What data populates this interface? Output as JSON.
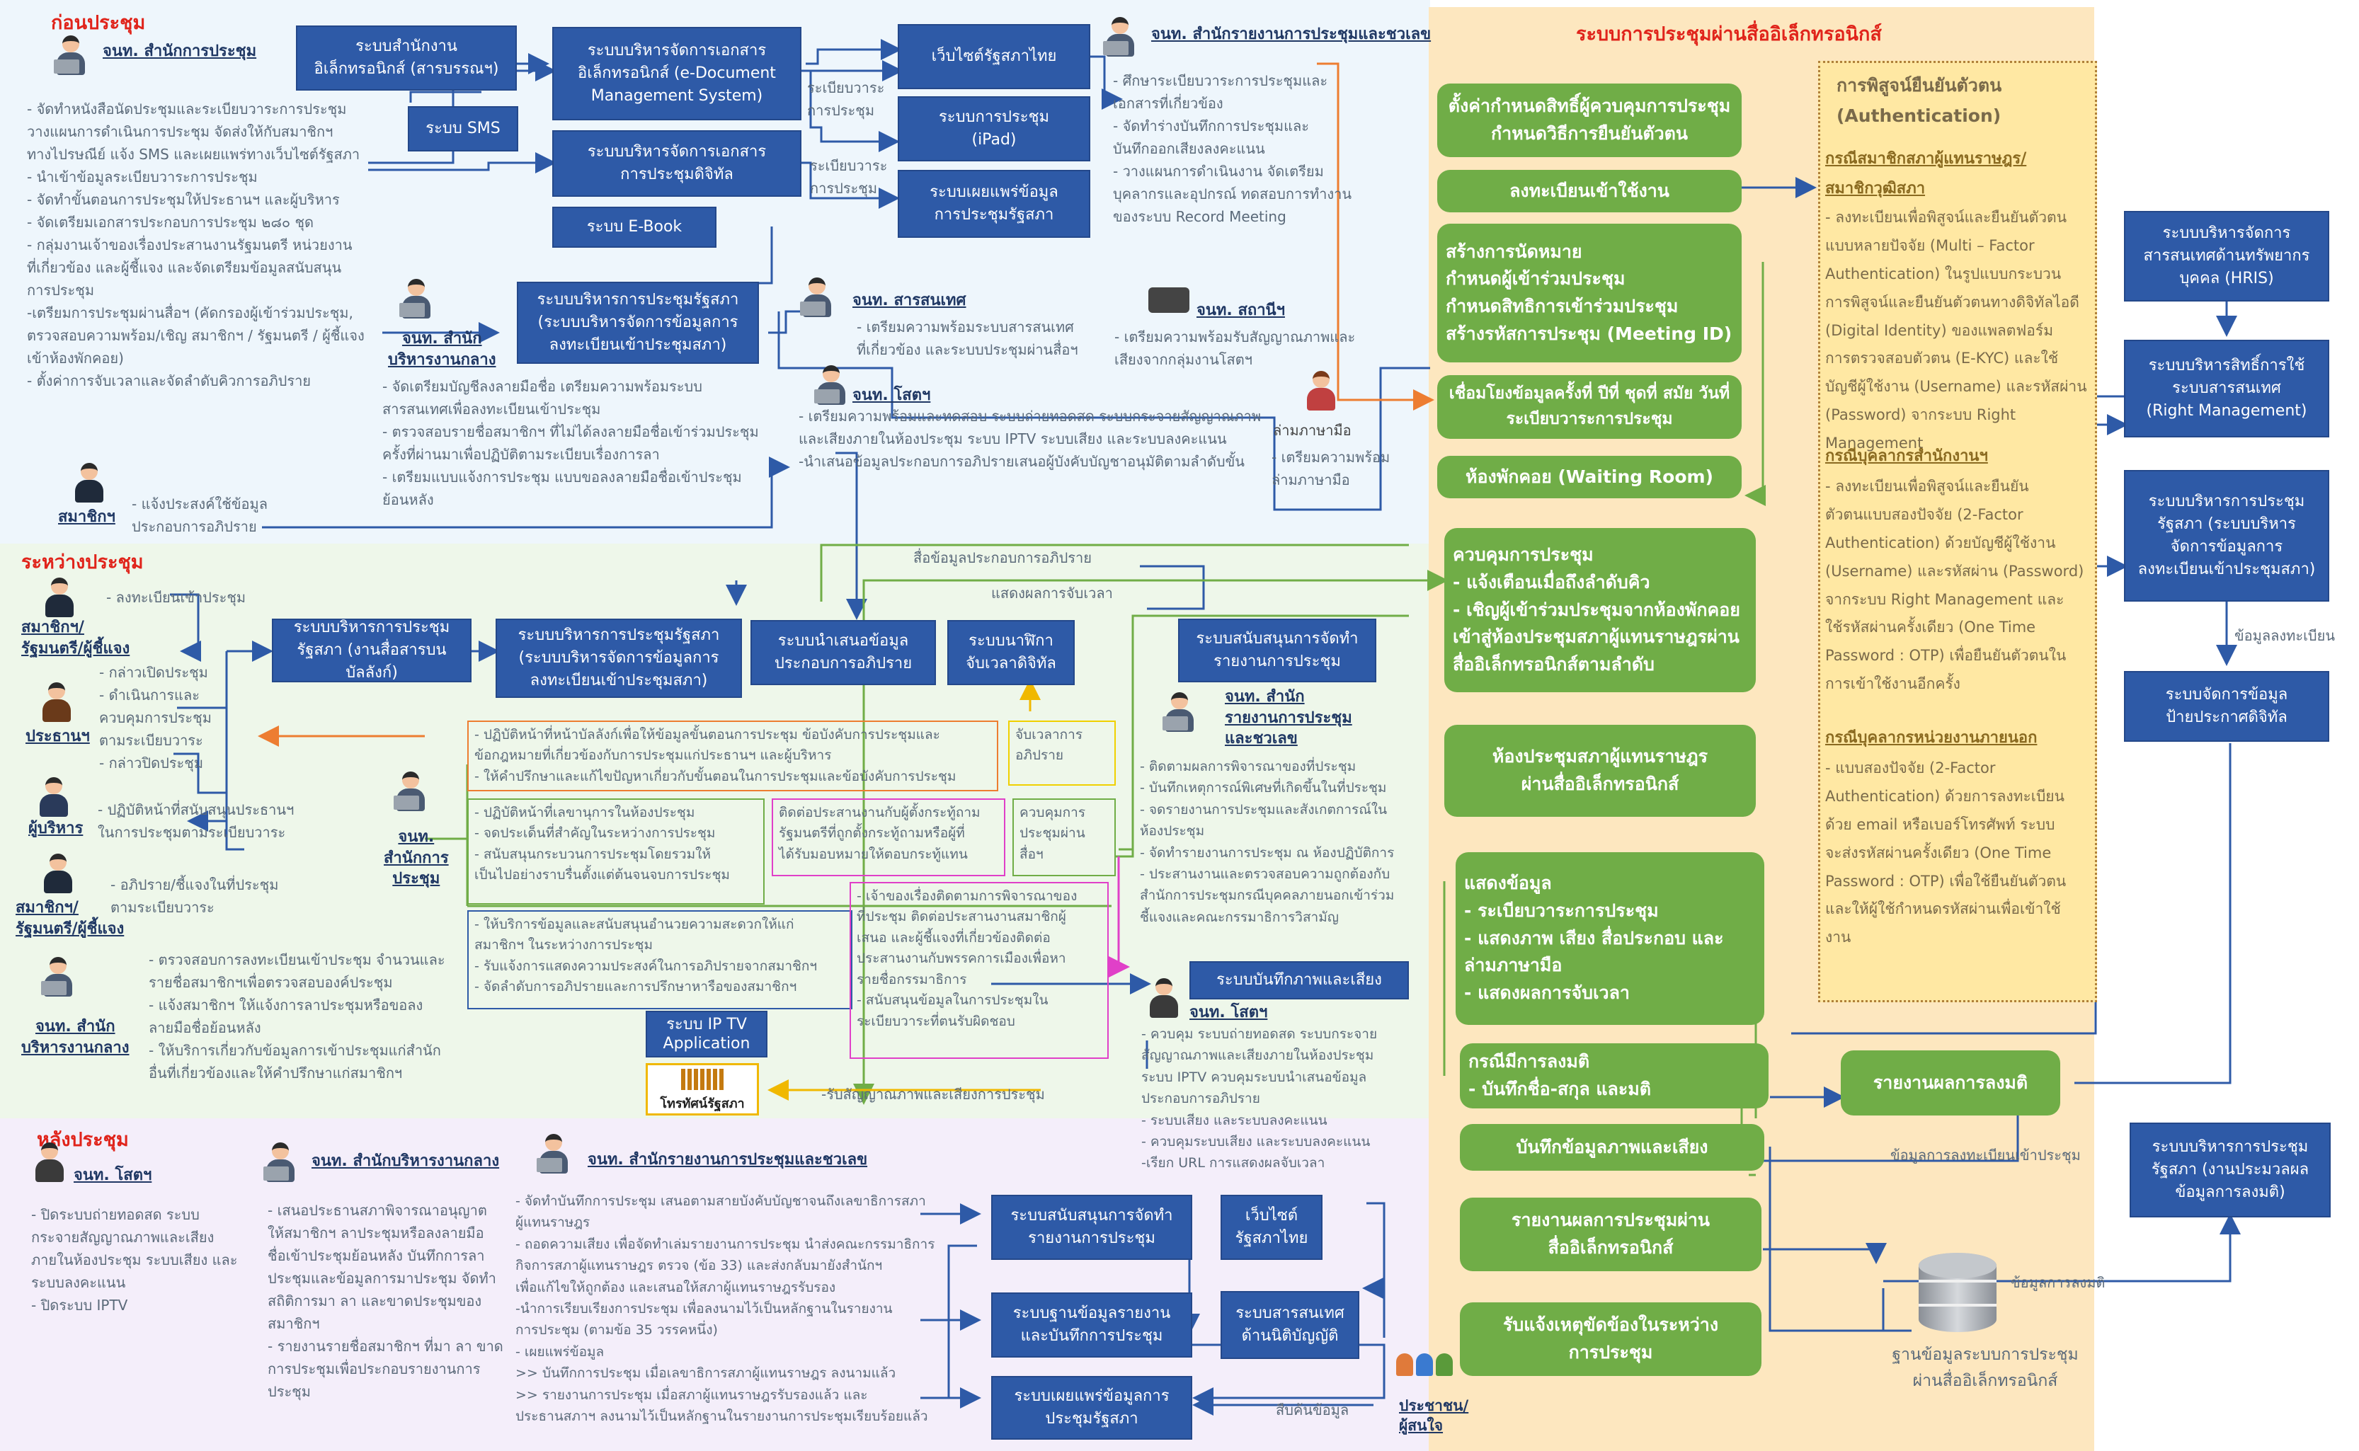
{
  "zones": {
    "before": "ก่อนประชุม",
    "during": "ระหว่างประชุม",
    "after": "หลังประชุม",
    "system": "ระบบการประชุมผ่านสื่ออิเล็กทรอนิกส์"
  },
  "before": {
    "role_secretariat": "จนท. สำนักการประชุม",
    "secretariat_tasks": "- จัดทำหนังสือนัดประชุมและระเบียบวาระการประชุม\n  วางแผนการดำเนินการประชุม จัดส่งให้กับสมาชิกฯ\n  ทางไปรษณีย์ แจ้ง SMS และเผยแพร่ทางเว็บไซต์รัฐสภา\n- นำเข้าข้อมูลระเบียบวาระการประชุม\n- จัดทำขั้นตอนการประชุมให้ประธานฯ และผู้บริหาร\n- จัดเตรียมเอกสารประกอบการประชุม ๒๘๐ ชุด\n- กลุ่มงานเจ้าของเรื่องประสานงานรัฐมนตรี หน่วยงาน\n  ที่เกี่ยวข้อง และผู้ชี้แจง และจัดเตรียมข้อมูลสนับสนุน\n  การประชุม\n-เตรียมการประชุมผ่านสื่อฯ (คัดกรองผู้เข้าร่วมประชุม,\n  ตรวจสอบความพร้อม/เชิญ สมาชิกฯ / รัฐมนตรี / ผู้ชี้แจง\n  เข้าห้องพักคอย)\n- ตั้งค่าการจับเวลาและจัดลำดับคิวการอภิปราย",
    "sys_saraban": "ระบบสำนักงาน\nอิเล็กทรอนิกส์ (สารบรรณฯ)",
    "sys_sms": "ระบบ SMS",
    "sys_edoc": "ระบบบริหารจัดการเอกสาร\nอิเล็กทรอนิกส์ (e-Document\nManagement System)",
    "sys_digital_doc": "ระบบบริหารจัดการเอกสาร\nการประชุมดิจิทัล",
    "sys_ebook": "ระบบ E-Book",
    "sys_website": "เว็บไซต์รัฐสภาไทย",
    "sys_ipad": "ระบบการประชุม\n(iPad)",
    "sys_publish": "ระบบเผยแพร่ข้อมูล\nการประชุมรัฐสภา",
    "edge_agenda1": "ระเบียบวาระ\nการประชุม",
    "edge_agenda2": "ระเบียบวาระ\nการประชุม",
    "role_report": "จนท. สำนักรายงานการประชุมและชวเลข",
    "report_tasks": "- ศึกษาระเบียบวาระการประชุมและ\n  เอกสารที่เกี่ยวข้อง\n- จัดทำร่างบันทึกการประชุมและ\n  บันทึกออกเสียงลงคะแนน\n- วางแผนการดำเนินงาน จัดเตรียม\n  บุคลากรและอุปกรณ์ ทดสอบการทำงาน\n  ของระบบ Record Meeting",
    "role_admin": "จนท. สำนัก\nบริหารงานกลาง",
    "admin_tasks": "- จัดเตรียมบัญชีลงลายมือชื่อ เตรียมความพร้อมระบบ\n  สารสนเทศเพื่อลงทะเบียนเข้าประชุม\n- ตรวจสอบรายชื่อสมาชิกฯ ที่ไม่ได้ลงลายมือชื่อเข้าร่วมประชุม\n  ครั้งที่ผ่านมาเพื่อปฏิบัติตามระเบียบเรื่องการลา\n- เตรียมแบบแจ้งการประชุม แบบขอลงลายมือชื่อเข้าประชุม\n  ย้อนหลัง",
    "sys_parliament_meeting": "ระบบบริหารการประชุมรัฐสภา\n(ระบบบริหารจัดการข้อมูลการ\nลงทะเบียนเข้าประชุมสภา)",
    "role_it": "จนท. สารสนเทศ",
    "it_tasks": "- เตรียมความพร้อมระบบสารสนเทศ\n  ที่เกี่ยวข้อง และระบบประชุมผ่านสื่อฯ",
    "role_station": "จนท. สถานีฯ",
    "station_tasks": "- เตรียมความพร้อมรับสัญญาณภาพและ\n  เสียงจากกลุ่มงานโสตฯ",
    "role_av": "จนท. โสตฯ",
    "av_tasks": "- เตรียมความพร้อมและทดสอบ ระบบถ่ายทอดสด ระบบกระจายสัญญาณภาพ\n  และเสียงภายในห้องประชุม ระบบ IPTV ระบบเสียง และระบบลงคะแนน\n-นำเสนอข้อมูลประกอบการอภิปรายเสนอผู้บังคับบัญชาอนุมัติตามลำดับขั้น",
    "role_interpreter": "ล่ามภาษามือ",
    "interpreter_tasks": "- เตรียมความพร้อม\n  ล่ามภาษามือ",
    "role_member": "สมาชิกฯ",
    "member_tasks": "- แจ้งประสงค์ใช้ข้อมูล\n  ประกอบการอภิปราย"
  },
  "during": {
    "role_members": "สมาชิกฯ/\nรัฐมนตรี/ผู้ชี้แจง",
    "members_tasks1": "- ลงทะเบียนเข้าประชุม",
    "role_president": "ประธานฯ",
    "president_tasks": "- กล่าวเปิดประชุม\n- ดำเนินการและ\n  ควบคุมการประชุม\n  ตามระเบียบวาระ\n- กล่าวปิดประชุม",
    "role_executive": "ผู้บริหาร",
    "executive_tasks": "- ปฏิบัติหน้าที่สนับสนุนประธานฯ\n  ในการประชุมตามระเบียบวาระ",
    "members_tasks2": "- อภิปราย/ชี้แจงในที่ประชุม\n  ตามระเบียบวาระ",
    "role_members2": "สมาชิกฯ/\nรัฐมนตรี/ผู้ชี้แจง",
    "role_admin": "จนท. สำนัก\nบริหารงานกลาง",
    "admin_tasks": "- ตรวจสอบการลงทะเบียนเข้าประชุม จำนวนและ\n  รายชื่อสมาชิกฯเพื่อตรวจสอบองค์ประชุม\n- แจ้งสมาชิกฯ ให้แจ้งการลาประชุมหรือขอลง\n  ลายมือชื่อย้อนหลัง\n- ให้บริการเกี่ยวกับข้อมูลการเข้าประชุมแก่สำนัก\n  อื่นที่เกี่ยวข้องและให้คำปรึกษาแก่สมาชิกฯ",
    "sys_record_book": "ระบบบริหารการประชุม\nรัฐสภา (งานสื่อสารบนบัลลังก์)",
    "sys_parliament_meeting": "ระบบบริหารการประชุมรัฐสภา\n(ระบบบริหารจัดการข้อมูลการ\nลงทะเบียนเข้าประชุมสภา)",
    "sys_present": "ระบบนำเสนอข้อมูล\nประกอบการอภิปราย",
    "sys_clock": "ระบบนาฬิกา\nจับเวลาดิจิทัล",
    "sys_support_report": "ระบบสนับสนุนการจัดทำ\nรายงานการประชุม",
    "role_sec": "จนท.\nสำนักการ\nประชุม",
    "box_orange": "- ปฏิบัติหน้าที่หน้าบัลลังก์เพื่อให้ข้อมูลขั้นตอนการประชุม ข้อบังคับการประชุมและ\n  ข้อกฎหมายที่เกี่ยวข้องกับการประชุมแก่ประธานฯ และผู้บริหาร\n- ให้คำปรึกษาและแก้ไขปัญหาเกี่ยวกับขั้นตอนในการประชุมและข้อบังคับการประชุม",
    "box_green": "- ปฏิบัติหน้าที่เลขานุการในห้องประชุม\n- จดประเด็นที่สำคัญในระหว่างการประชุม\n- สนับสนุนกระบวนการประชุมโดยรวมให้\n  เป็นไปอย่างราบรื่นตั้งแต่ต้นจนจบการประชุม",
    "box_magenta": "ติดต่อประสานงานกับผู้ตั้งกระทู้ถาม\nรัฐมนตรีที่ถูกตั้งกระทู้ถามหรือผู้ที่\nได้รับมอบหมายให้ตอบกระทู้แทน",
    "box_blue": "- ให้บริการข้อมูลและสนับสนุนอำนวยความสะดวกให้แก่\n  สมาชิกฯ ในระหว่างการประชุม\n- รับแจ้งการแสดงความประสงค์ในการอภิปรายจากสมาชิกฯ\n- จัดลำดับการอภิปรายและการปรึกษาหารือของสมาชิกฯ",
    "box_yellow": "จับเวลาการ\nอภิปราย",
    "box_control": "ควบคุมการ\nประชุมผ่าน\nสื่อฯ",
    "box_magenta2": "- เจ้าของเรื่องติดตามการพิจารณาของ\n  ที่ประชุม ติดต่อประสานงานสมาชิกผู้\n  เสนอ และผู้ชี้แจงที่เกี่ยวข้องติดต่อ\n  ประสานงานกับพรรคการเมืองเพื่อหา\n  รายชื่อกรรมาธิการ\n- สนับสนุนข้อมูลในการประชุมใน\n  ระเบียบวาระที่ตนรับผิดชอบ",
    "role_report": "จนท. สำนัก\nรายงานการประชุม\nและชวเลข",
    "report_tasks": "- ติดตามผลการพิจารณาของที่ประชุม\n- บันทึกเหตุการณ์พิเศษที่เกิดขึ้นในที่ประชุม\n- จดรายงานการประชุมและสังเกตการณ์ใน\n  ห้องประชุม\n- จัดทำรายงานการประชุม ณ ห้องปฏิบัติการ\n- ประสานงานและตรวจสอบความถูกต้องกับ\n  สำนักการประชุมกรณีบุคคลภายนอกเข้าร่วม\n  ชี้แจงและคณะกรรมาธิการวิสามัญ",
    "sys_recorder": "ระบบบันทึกภาพและเสียง",
    "role_av": "จนท. โสตฯ",
    "av_tasks": "- ควบคุม ระบบถ่ายทอดสด ระบบกระจาย\n  สัญญาณภาพและเสียงภายในห้องประชุม\n  ระบบ IPTV ควบคุมระบบนำเสนอข้อมูล\n  ประกอบการอภิปราย\n- ระบบเสียง และระบบลงคะแนน\n- ควบคุมระบบเสียง และระบบลงคะแนน\n-เรียก URL การแสดงผลจับเวลา",
    "sys_iptv": "ระบบ IP TV\nApplication",
    "logo_tv": "โทรทัศน์รัฐสภา",
    "edge_discussion_data": "สื่อข้อมูลประกอบการอภิปราย",
    "edge_timer": "แสดงผลการจับเวลา",
    "edge_signal": "-รับสัญญาณภาพและเสียงการประชุม"
  },
  "after": {
    "role_av": "จนท. โสตฯ",
    "av_tasks": "- ปิดระบบถ่ายทอดสด ระบบ\n  กระจายสัญญาณภาพและเสียง\n  ภายในห้องประชุม ระบบเสียง และ\n  ระบบลงคะแนน\n- ปิดระบบ IPTV",
    "role_admin": "จนท. สำนักบริหารงานกลาง",
    "admin_tasks": "- เสนอประธานสภาพิจารณาอนุญาต\n  ให้สมาชิกฯ ลาประชุมหรือลงลายมือ\n  ชื่อเข้าประชุมย้อนหลัง บันทึกการลา\n  ประชุมและข้อมูลการมาประชุม จัดทำ\n  สถิติการมา ลา และขาดประชุมของ\n  สมาชิกฯ\n- รายงานรายชื่อสมาชิกฯ ที่มา ลา ขาด\n  การประชุมเพื่อประกอบรายงานการ\n  ประชุม",
    "role_report": "จนท. สำนักรายงานการประชุมและชวเลข",
    "report_tasks": "- จัดทำบันทึกการประชุม เสนอตามสายบังคับบัญชาจนถึงเลขาธิการสภา\n  ผู้แทนราษฎร\n- ถอดความเสียง เพื่อจัดทำเล่มรายงานการประชุม นำส่งคณะกรรมาธิการ\n  กิจการสภาผู้แทนราษฎร ตรวจ (ข้อ 33) และส่งกลับมายังสำนักฯ\n  เพื่อแก้ไขให้ถูกต้อง และเสนอให้สภาผู้แทนราษฎรรับรอง\n-นำการเรียบเรียงการประชุม เพื่อลงนามไว้เป็นหลักฐานในรายงาน\n  การประชุม (ตามข้อ 35 วรรคหนึ่ง)\n- เผยแพร่ข้อมูล\n  >> บันทึกการประชุม เมื่อเลขาธิการสภาผู้แทนราษฎร ลงนามแล้ว\n  >> รายงานการประชุม เมื่อสภาผู้แทนราษฎรรับรองแล้ว และ\n  ประธานสภาฯ ลงนามไว้เป็นหลักฐานในรายงานการประชุมเรียบร้อยแล้ว",
    "sys_support_report": "ระบบสนับสนุนการจัดทำ\nรายงานการประชุม",
    "sys_report_db": "ระบบฐานข้อมูลรายงาน\nและบันทึกการประชุม",
    "sys_publish": "ระบบเผยแพร่ข้อมูลการ\nประชุมรัฐสภา",
    "sys_website": "เว็บไซต์\nรัฐสภาไทย",
    "sys_law_info": "ระบบสารสนเทศ\nด้านนิติบัญญัติ",
    "role_public": "ประชาชน/\nผู้สนใจ",
    "edge_search": "สืบค้นข้อมูล"
  },
  "system": {
    "g1": "ตั้งค่ากำหนดสิทธิ์ผู้ควบคุมการประชุม\nกำหนดวิธีการยืนยันตัวตน",
    "g2": "ลงทะเบียนเข้าใช้งาน",
    "g3": "สร้างการนัดหมาย\nกำหนดผู้เข้าร่วมประชุม\nกำหนดสิทธิการเข้าร่วมประชุม\nสร้างรหัสการประชุม (Meeting ID)",
    "g4": "เชื่อมโยงข้อมูลครั้งที่ ปีที่ ชุดที่ สมัย วันที่\nระเบียบวาระการประชุม",
    "g5": "ห้องพักคอย (Waiting Room)",
    "g6": "ควบคุมการประชุม\n- แจ้งเตือนเมื่อถึงลำดับคิว\n- เชิญผู้เข้าร่วมประชุมจากห้องพักคอย\n  เข้าสู่ห้องประชุมสภาผู้แทนราษฎรผ่าน\n  สื่ออิเล็กทรอนิกส์ตามลำดับ",
    "g7": "ห้องประชุมสภาผู้แทนราษฎร\nผ่านสื่ออิเล็กทรอนิกส์",
    "g8": "แสดงข้อมูล\n- ระเบียบวาระการประชุม\n- แสดงภาพ เสียง สื่อประกอบ และ\n  ล่ามภาษามือ\n- แสดงผลการจับเวลา",
    "g9": "กรณีมีการลงมติ\n- บันทึกชื่อ-สกุล และมติ",
    "g10": "บันทึกข้อมูลภาพและเสียง",
    "g11": "รายงานผลการประชุมผ่าน\nสื่ออิเล็กทรอนิกส์",
    "g12": "รับแจ้งเหตุขัดข้องในระหว่าง\nการประชุม",
    "g_vote_report": "รายงานผลการลงมติ",
    "db_label": "ฐานข้อมูลระบบการประชุม\nผ่านสื่ออิเล็กทรอนิกส์",
    "edge_reg_data": "ข้อมูลการลงทะเบียนเข้าประชุม",
    "edge_vote_data": "ข้อมูลการลงมติ",
    "edge_reg_data2": "ข้อมูลลงทะเบียน"
  },
  "auth": {
    "title": "การพิสูจน์ยืนยันตัวตน\n(Authentication)",
    "h1": "กรณีสมาชิกสภาผู้แทนราษฎร/\nสมาชิกวุฒิสภา",
    "p1": "- ลงทะเบียนเพื่อพิสูจน์และยืนยันตัวตน\nแบบหลายปัจจัย (Multi – Factor\nAuthentication) ในรูปแบบกระบวน\nการพิสูจน์และยืนยันตัวตนทางดิจิทัลไอดี\n(Digital Identity) ของแพลตฟอร์ม\nการตรวจสอบตัวตน (E-KYC) และใช้\nบัญชีผู้ใช้งาน (Username) และรหัสผ่าน\n(Password) จากระบบ Right Management",
    "h2": "กรณีบุคลากรสำนักงานฯ",
    "p2": "- ลงทะเบียนเพื่อพิสูจน์และยืนยัน\nตัวตนแบบสองปัจจัย (2-Factor\nAuthentication) ด้วยบัญชีผู้ใช้งาน\n(Username) และรหัสผ่าน (Password)\nจากระบบ Right Management และ\nใช้รหัสผ่านครั้งเดียว (One Time\nPassword : OTP) เพื่อยืนยันตัวตนใน\nการเข้าใช้งานอีกครั้ง",
    "h3": "กรณีบุคลากรหน่วยงานภายนอก",
    "p3": "- แบบสองปัจจัย (2-Factor\nAuthentication) ด้วยการลงทะเบียน\nด้วย email หรือเบอร์โทรศัพท์ ระบบ\nจะส่งรหัสผ่านครั้งเดียว (One Time\nPassword : OTP) เพื่อใช้ยืนยันตัวตน\nและให้ผู้ใช้กำหนดรหัสผ่านเพื่อเข้าใช้\nงาน"
  },
  "right": {
    "hris": "ระบบบริหารจัดการ\nสารสนเทศด้านทรัพยากร\nบุคคล (HRIS)",
    "rights": "ระบบบริหารสิทธิ์การใช้\nระบบสารสนเทศ\n(Right Management)",
    "meeting_reg": "ระบบบริหารการประชุม\nรัฐสภา (ระบบบริหาร\nจัดการข้อมูลการ\nลงทะเบียนเข้าประชุมสภา)",
    "sign": "ระบบจัดการข้อมูล\nป้ายประกาศดิจิทัล",
    "vote_proc": "ระบบบริหารการประชุม\nรัฐสภา (งานประมวลผล\nข้อมูลการลงมติ)"
  },
  "colors": {
    "blue": "#2e5aa7",
    "green": "#70ad47",
    "red_title": "#e0241b",
    "zone_before": "#eef6fc",
    "zone_during": "#eef7ea",
    "zone_after": "#f4eefa",
    "zone_system": "#fde7bf"
  }
}
